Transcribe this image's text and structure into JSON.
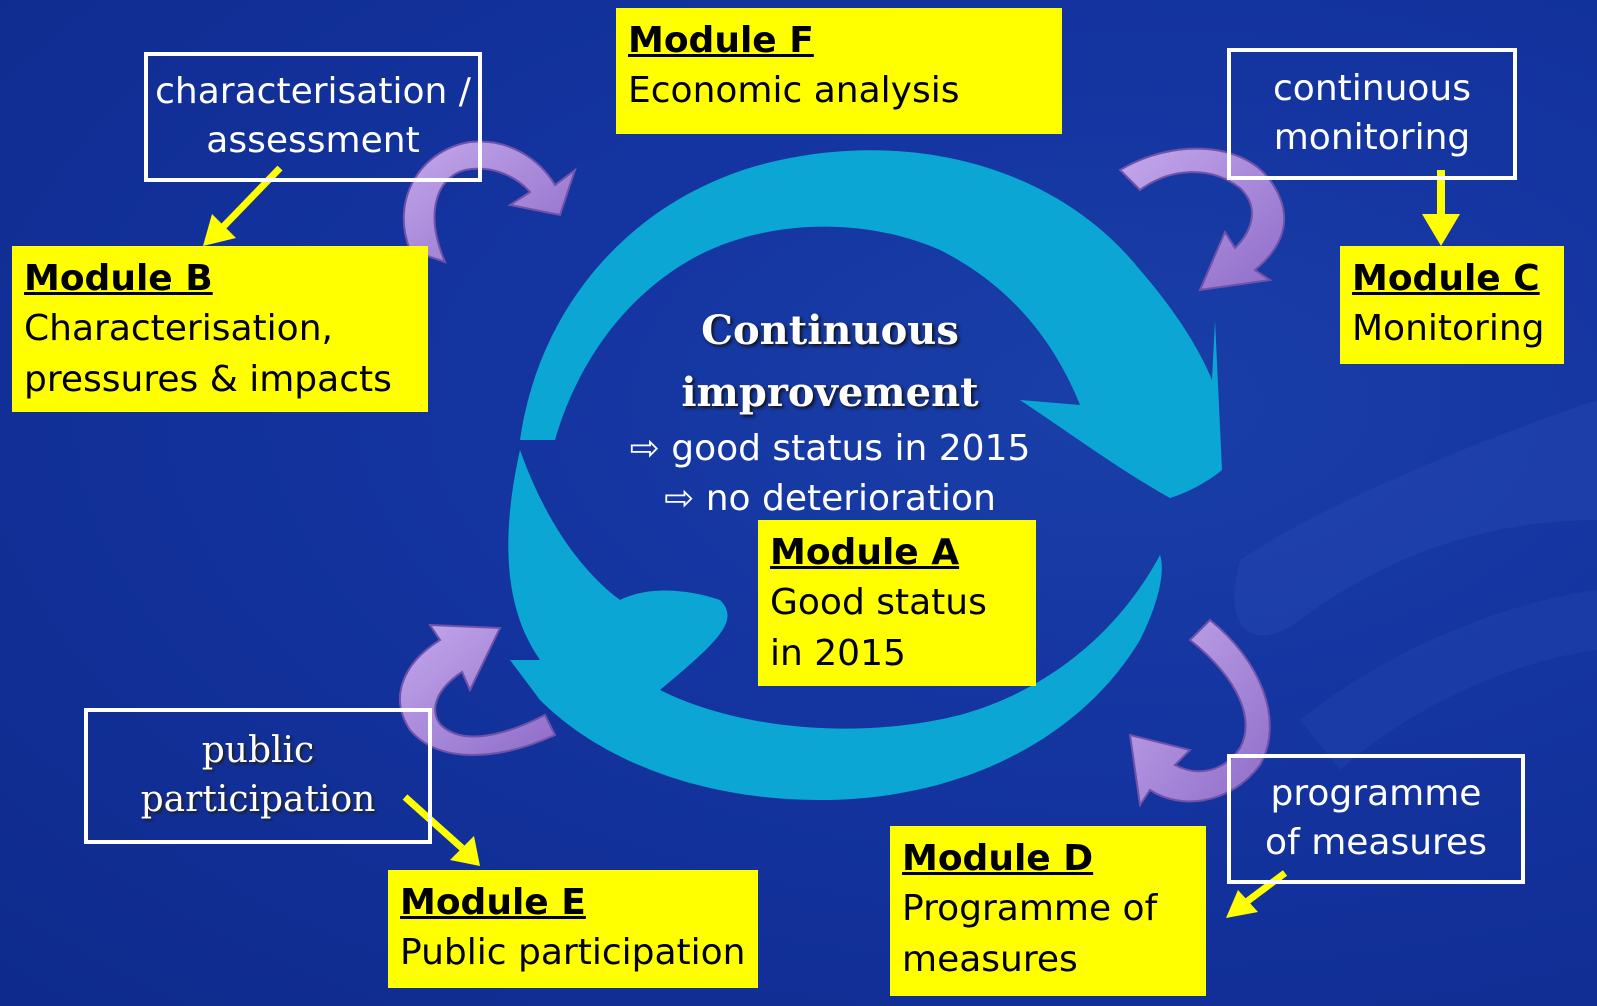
{
  "center": {
    "title_line1": "Continuous",
    "title_line2": "improvement",
    "bullet1": "⇨ good status in 2015",
    "bullet2": "⇨ no deterioration"
  },
  "modules": {
    "a": {
      "title": "Module A",
      "line1": "Good status",
      "line2": "in 2015"
    },
    "b": {
      "title": "Module B",
      "line1": "Characterisation,",
      "line2": "pressures & impacts"
    },
    "c": {
      "title": "Module C",
      "line1": "Monitoring"
    },
    "d": {
      "title": "Module D",
      "line1": "Programme of",
      "line2": "measures"
    },
    "e": {
      "title": "Module E",
      "line1": "Public participation"
    },
    "f": {
      "title": "Module F",
      "line1": "Economic analysis"
    }
  },
  "labels": {
    "characterisation": {
      "line1": "characterisation /",
      "line2": "assessment"
    },
    "monitoring": {
      "line1": "continuous",
      "line2": "monitoring"
    },
    "participation": {
      "line1": "public",
      "line2": "participation"
    },
    "measures": {
      "line1": "programme",
      "line2": "of measures"
    }
  },
  "colors": {
    "background": "#1434a0",
    "module_fill": "#ffff00",
    "cycle": "#0ba6d4",
    "curved_arrow": "#a78ad8",
    "pointer_arrow": "#ffff00"
  }
}
